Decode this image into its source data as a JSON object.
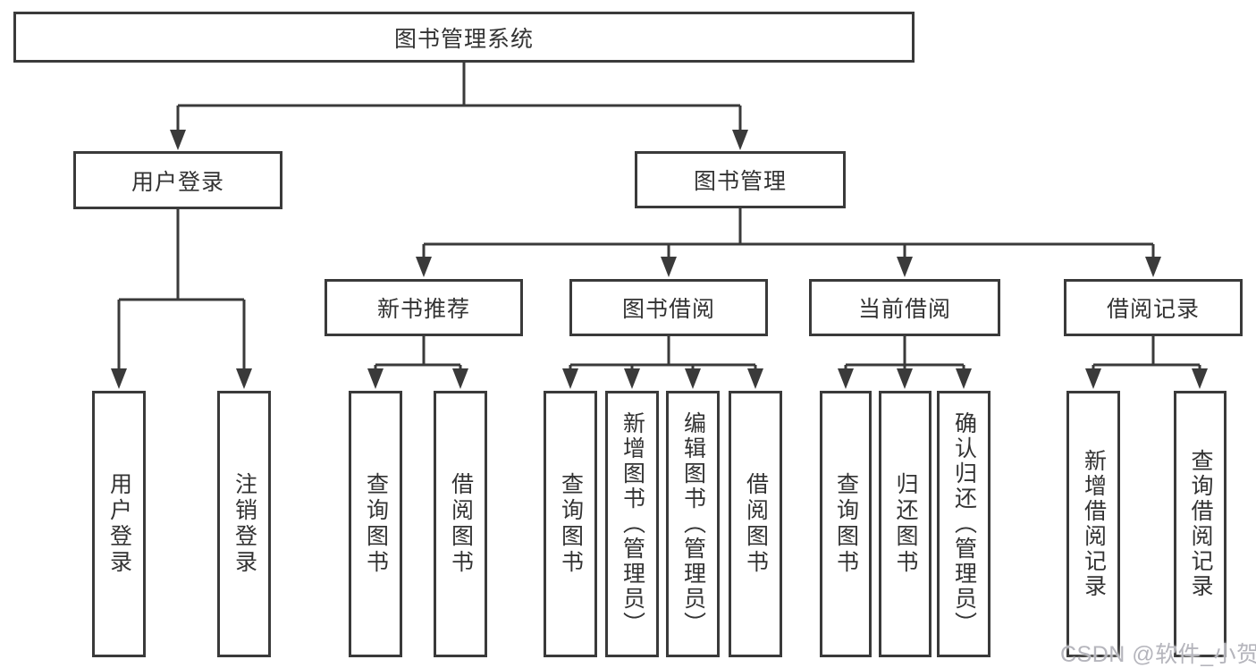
{
  "diagram": {
    "root": {
      "label": "图书管理系统"
    },
    "branches": [
      {
        "label": "用户登录",
        "children": [
          {
            "label": "用户登录"
          },
          {
            "label": "注销登录"
          }
        ]
      },
      {
        "label": "图书管理",
        "sections": [
          {
            "label": "新书推荐",
            "children": [
              {
                "label": "查询图书"
              },
              {
                "label": "借阅图书"
              }
            ]
          },
          {
            "label": "图书借阅",
            "children": [
              {
                "label": "查询图书"
              },
              {
                "label": "新增图书（管理员）"
              },
              {
                "label": "编辑图书（管理员）"
              },
              {
                "label": "借阅图书"
              }
            ]
          },
          {
            "label": "当前借阅",
            "children": [
              {
                "label": "查询图书"
              },
              {
                "label": "归还图书"
              },
              {
                "label": "确认归还（管理员）"
              }
            ]
          },
          {
            "label": "借阅记录",
            "children": [
              {
                "label": "新增借阅记录"
              },
              {
                "label": "查询借阅记录"
              }
            ]
          }
        ]
      }
    ]
  },
  "watermark": {
    "text": "CSDN @软件_小贺同学"
  },
  "colors": {
    "line": "#3a3a3a",
    "box_border": "#3a3a3a",
    "box_fill": "#ffffff",
    "text": "#333333",
    "watermark": "#b5b5bc"
  }
}
